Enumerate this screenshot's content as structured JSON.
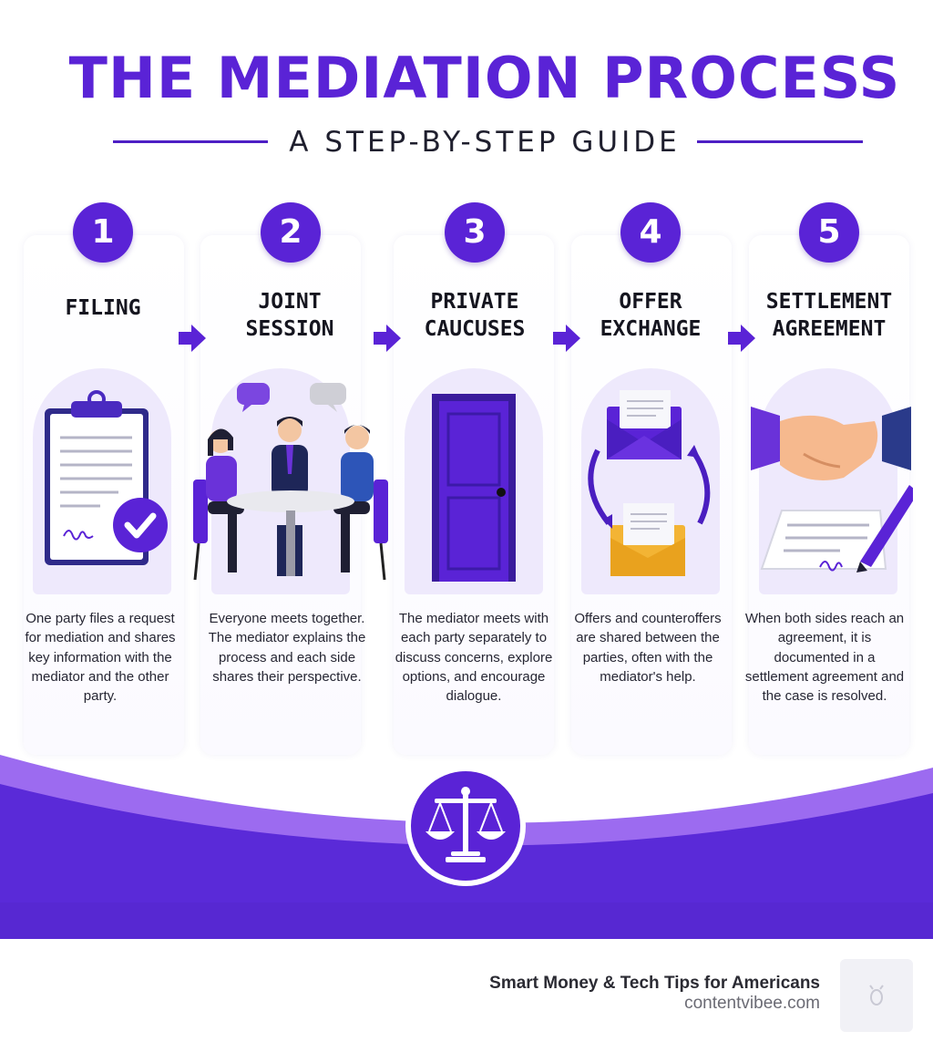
{
  "title": "THE MEDIATION PROCESS",
  "subtitle": "A STEP-BY-STEP GUIDE",
  "steps": [
    {
      "number": "1",
      "title": "FILING",
      "description": "One party files a request for mediation and shares key information with the mediator and the other party.",
      "icon": "clipboard-check-icon"
    },
    {
      "number": "2",
      "title": "JOINT\nSESSION",
      "description": "Everyone meets together. The mediator explains the process and each side shares their perspective.",
      "icon": "meeting-table-icon"
    },
    {
      "number": "3",
      "title": "PRIVATE\nCAUCUSES",
      "description": "The mediator meets with each party separately to discuss concerns, explore options, and encourage dialogue.",
      "icon": "closed-door-icon"
    },
    {
      "number": "4",
      "title": "OFFER\nEXCHANGE",
      "description": "Offers and counteroffers are shared between the parties, often with the mediator's help.",
      "icon": "envelope-exchange-icon"
    },
    {
      "number": "5",
      "title": "SETTLEMENT\nAGREEMENT",
      "description": "When both sides reach an agreement, it is documented in a settlement agreement and the case is resolved.",
      "icon": "handshake-document-icon"
    }
  ],
  "footer": {
    "brand": "Smart Money & Tech Tips for Americans",
    "site": "contentvibee.com"
  },
  "colors": {
    "accent": "#5a23d6",
    "accent_light": "#a67ef5",
    "text": "#15151f"
  }
}
